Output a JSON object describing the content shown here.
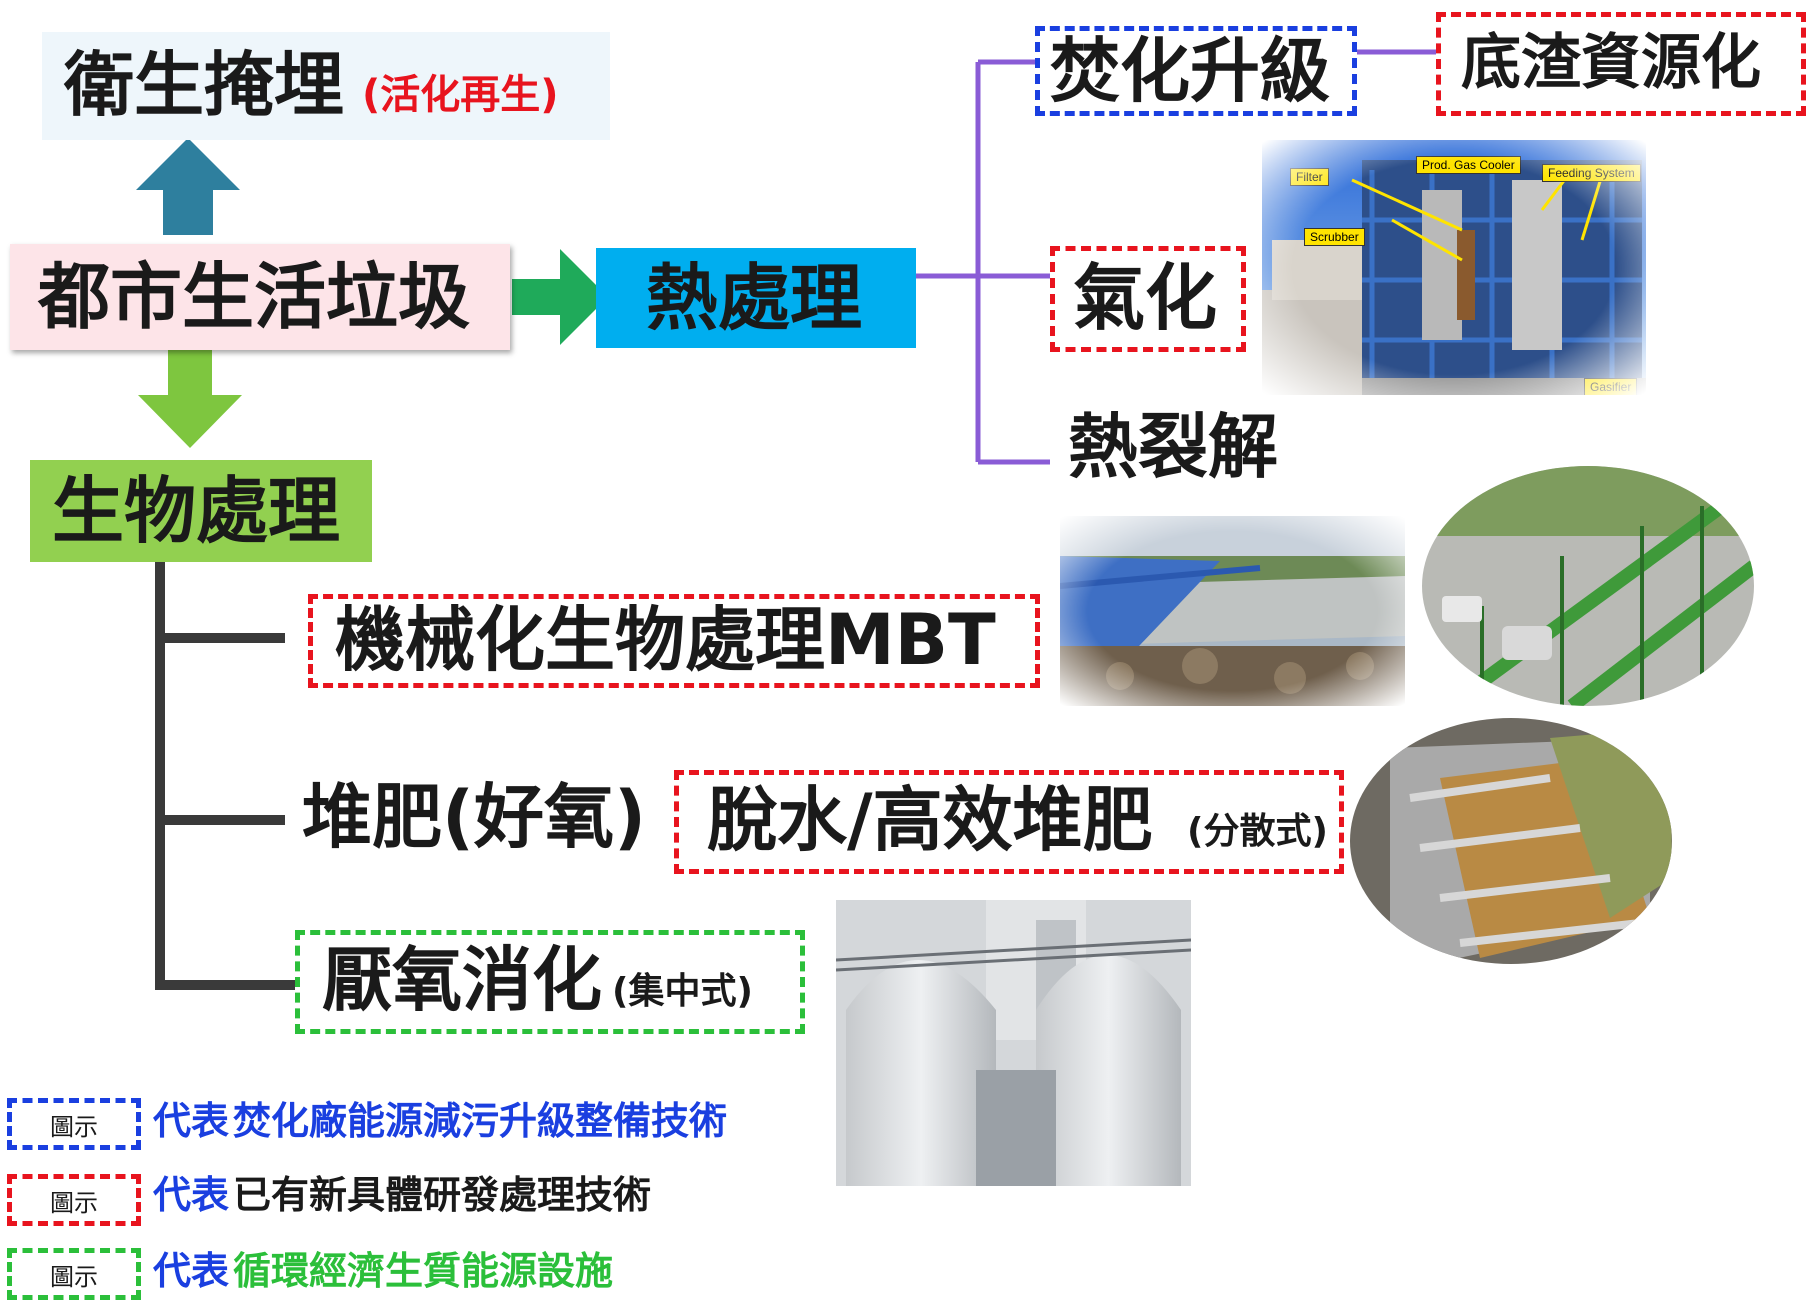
{
  "nodes": {
    "landfill": {
      "main": "衛生掩埋",
      "sub": "(活化再生)"
    },
    "msw": "都市生活垃圾",
    "thermal": "熱處理",
    "bio": "生物處理",
    "incineration_upgrade": "焚化升級",
    "bottom_ash": "底渣資源化",
    "gasification": "氣化",
    "pyrolysis": "熱裂解",
    "mbt": "機械化生物處理MBT",
    "compost": "堆肥(好氧)",
    "dewater": {
      "main": "脫水/高效堆肥",
      "sub": "(分散式)"
    },
    "anaerobic": {
      "main": "厭氧消化",
      "sub": "(集中式)"
    }
  },
  "photo_labels": {
    "filter": "Filter",
    "gas_cooler": "Prod. Gas Cooler",
    "feeding": "Feeding System",
    "scrubber": "Scrubber",
    "gasifier": "Gasifier"
  },
  "legend": [
    {
      "box": "圖示",
      "prefix": "代表",
      "text": "焚化廠能源減污升級整備技術",
      "color": "#1a3fe0",
      "text_color": "#1a3fe0"
    },
    {
      "box": "圖示",
      "prefix": "代表",
      "text": "已有新具體研發處理技術",
      "color": "#e8141e",
      "text_color": "#1a1a1a"
    },
    {
      "box": "圖示",
      "prefix": "代表",
      "text": "循環經濟生質能源設施",
      "color": "#2bbf3a",
      "text_color": "#2bbf3a"
    }
  ],
  "colors": {
    "thermal_box": "#00aeef",
    "bio_box": "#92d050",
    "msw_box": "#fde4e8",
    "landfill_box": "#eef6fb",
    "up_arrow": "#2e7f9e",
    "right_arrow": "#1faa5a",
    "down_arrow": "#7ec63f",
    "purple_line": "#8a5cd6",
    "dark_line": "#3a3a3a"
  }
}
